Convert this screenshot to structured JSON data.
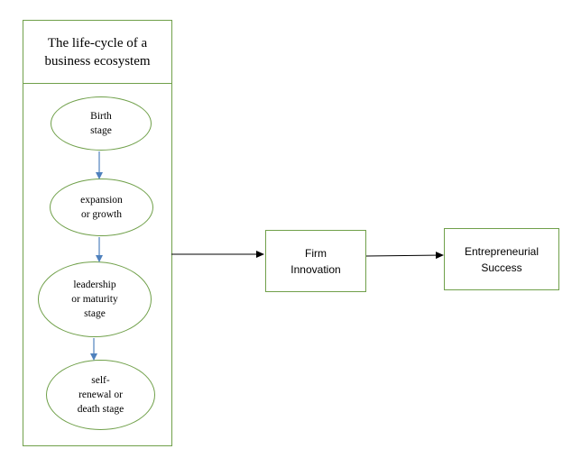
{
  "ecosystem": {
    "title_lines": [
      "The life-cycle of a",
      "business ecosystem"
    ]
  },
  "stages": [
    {
      "lines": [
        "Birth",
        "stage"
      ]
    },
    {
      "lines": [
        "expansion",
        "or growth"
      ]
    },
    {
      "lines": [
        "leadership",
        "or maturity",
        "stage"
      ]
    },
    {
      "lines": [
        "self-",
        "renewal or",
        "death stage"
      ]
    }
  ],
  "firm_innovation": {
    "lines": [
      "Firm",
      "Innovation"
    ]
  },
  "entrepreneurial_success": {
    "lines": [
      "Entrepreneurial",
      "Success"
    ]
  },
  "colors": {
    "box_border": "#70a04a",
    "stage_arrow": "#4f81bd",
    "main_arrow": "#000000"
  }
}
